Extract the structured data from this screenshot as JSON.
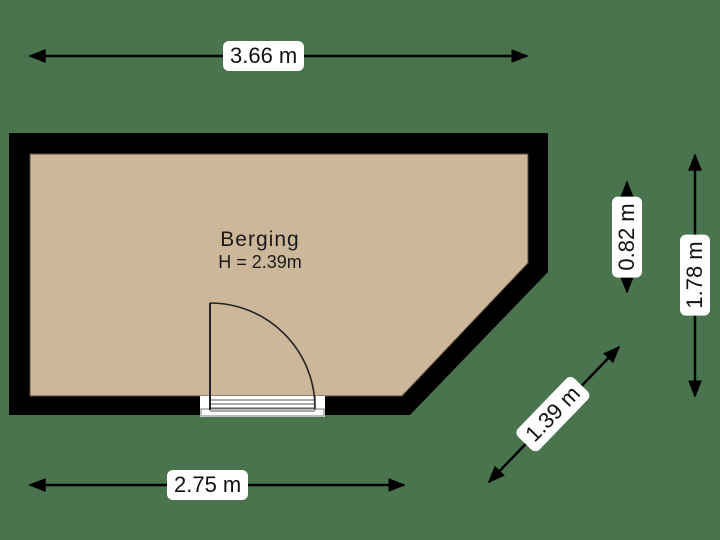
{
  "colors": {
    "background": "#4a744e",
    "wall": "#000000",
    "floor": "#cdb79a",
    "label_bg": "#ffffff",
    "dimension_line": "#000000"
  },
  "room": {
    "name": "Berging",
    "height_label": "H = 2.39m"
  },
  "dimensions": {
    "top_width": "3.66 m",
    "bottom_width": "2.75 m",
    "right_short": "0.82 m",
    "right_full": "1.78 m",
    "diagonal": "1.39 m"
  },
  "door": {
    "type": "single swing door"
  }
}
